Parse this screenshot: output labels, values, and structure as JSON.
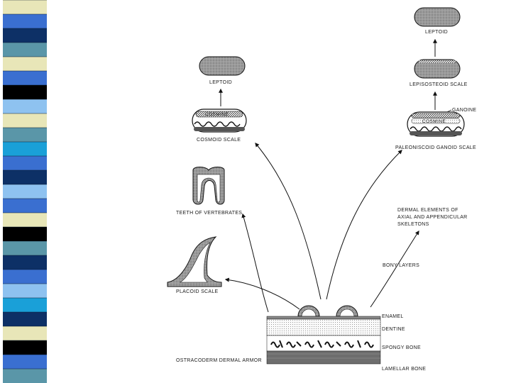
{
  "stripe": {
    "colors": [
      "#e8e6b8",
      "#3a6fd0",
      "#0d3066",
      "#5a96a8",
      "#e8e6b8",
      "#3a6fd0",
      "#000000",
      "#8ec2f0",
      "#e8e6b8",
      "#5a96a8",
      "#1aa0d8",
      "#3a6fd0",
      "#0d3066",
      "#8ec2f0",
      "#3a6fd0",
      "#e8e6b8",
      "#000000",
      "#5a96a8",
      "#0d3066",
      "#3a6fd0",
      "#8ec2f0",
      "#1aa0d8",
      "#0d3066",
      "#e8e6b8",
      "#000000",
      "#3a6fd0",
      "#5a96a8"
    ]
  },
  "labels": {
    "leptoid_left": "LEPTOID",
    "cosmine_left": "COSMINE",
    "cosmoid_scale": "COSMOID SCALE",
    "teeth": "TEETH OF VERTEBRATES",
    "placoid": "PLACOID SCALE",
    "leptoid_right": "LEPTOID",
    "lepisosteoid": "LEPISOSTEOID SCALE",
    "ganoine": "GANOINE",
    "cosmine_right": "COSMINE",
    "paleoniscoid": "PALEONISCOID GANOID SCALE",
    "dermal_elements_1": "DERMAL ELEMENTS OF",
    "dermal_elements_2": "AXIAL AND APPENDICULAR",
    "dermal_elements_3": "SKELETONS",
    "bony_layers": "BONY LAYERS",
    "enamel": "ENAMEL",
    "dentine": "DENTINE",
    "spongy_bone": "SPONGY BONE",
    "lamellar_bone": "LAMELLAR BONE",
    "ostracoderm": "OSTRACODERM DERMAL ARMOR"
  }
}
